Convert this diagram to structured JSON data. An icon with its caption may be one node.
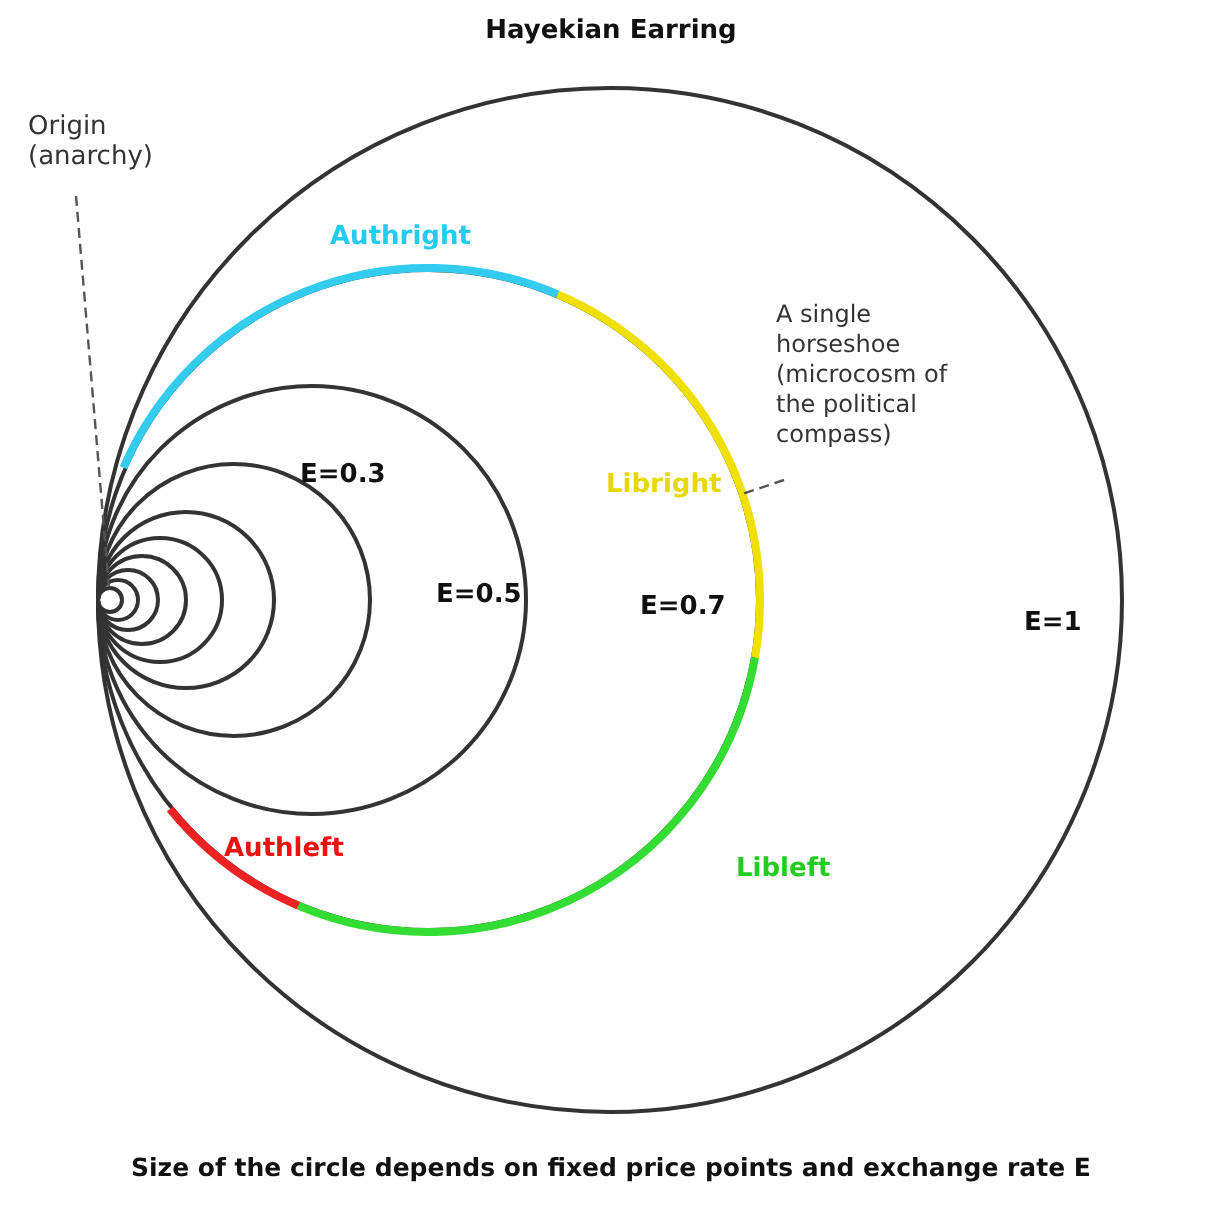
{
  "diagram": {
    "title": "Hayekian Earring",
    "caption": "Size of the circle depends on fixed price points and exchange rate E",
    "nodes": [
      {
        "text": [
          "E=1"
        ]
      },
      {
        "text": [
          "E=0.7"
        ],
        "in": 0
      },
      {
        "text": [
          "E=0.5"
        ],
        "in": 1
      },
      {
        "text": [
          "E=0.3"
        ],
        "in": 2
      },
      {
        "text": [],
        "shape": "circle",
        "in": 3
      },
      {
        "text": [],
        "shape": "circle",
        "in": 4
      },
      {
        "text": [],
        "shape": "circle",
        "in": 5
      },
      {
        "text": [],
        "shape": "circle",
        "in": 6
      },
      {
        "text": [],
        "shape": "circle",
        "in": 7
      },
      {
        "text": [],
        "shape": "circle",
        "in": 8
      },
      {
        "text": [
          "Origin (anarchy)"
        ]
      },
      {
        "text": [
          "A single horseshoe (microcosm of the political compass)"
        ],
        "in": 0
      }
    ],
    "edges": [
      {
        "from": 10,
        "to": 9,
        "arrow": "none",
        "style": "dashed"
      },
      {
        "from": 11,
        "to": 1,
        "arrow": "none",
        "style": "dashed"
      }
    ],
    "labels": [
      "Authright",
      "Libright",
      "Authleft",
      "Libleft"
    ]
  }
}
